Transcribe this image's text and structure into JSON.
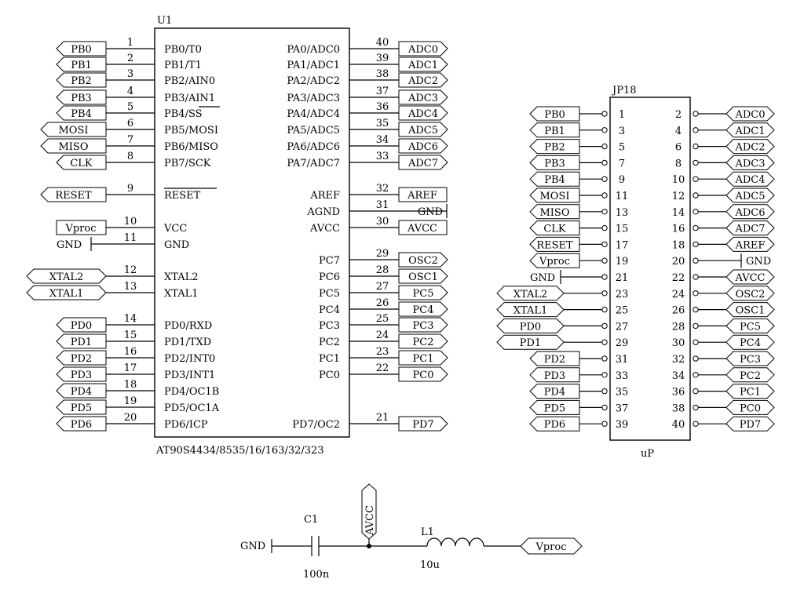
{
  "u1": {
    "ref": "U1",
    "part": "AT90S4434/8535/16/163/32/323",
    "left_pins": [
      {
        "num": "1",
        "name": "PB0/T0",
        "net": "PB0",
        "bar": false
      },
      {
        "num": "2",
        "name": "PB1/T1",
        "net": "PB1",
        "bar": false
      },
      {
        "num": "3",
        "name": "PB2/AIN0",
        "net": "PB2",
        "bar": false
      },
      {
        "num": "4",
        "name": "PB3/AIN1",
        "net": "PB3",
        "bar": false
      },
      {
        "num": "5",
        "name": "PB4/SS",
        "net": "PB4",
        "bar": true
      },
      {
        "num": "6",
        "name": "PB5/MOSI",
        "net": "MOSI",
        "bar": false
      },
      {
        "num": "7",
        "name": "PB6/MISO",
        "net": "MISO",
        "bar": false
      },
      {
        "num": "8",
        "name": "PB7/SCK",
        "net": "CLK",
        "bar": false
      },
      {
        "num": "9",
        "name": "RESET",
        "net": "RESET",
        "bar": true
      },
      {
        "num": "10",
        "name": "VCC",
        "net": "Vproc",
        "bar": false
      },
      {
        "num": "11",
        "name": "GND",
        "net": "GND",
        "bar": false
      },
      {
        "num": "12",
        "name": "XTAL2",
        "net": "XTAL2",
        "bar": false
      },
      {
        "num": "13",
        "name": "XTAL1",
        "net": "XTAL1",
        "bar": false
      },
      {
        "num": "14",
        "name": "PD0/RXD",
        "net": "PD0",
        "bar": false
      },
      {
        "num": "15",
        "name": "PD1/TXD",
        "net": "PD1",
        "bar": false
      },
      {
        "num": "16",
        "name": "PD2/INT0",
        "net": "PD2",
        "bar": false
      },
      {
        "num": "17",
        "name": "PD3/INT1",
        "net": "PD3",
        "bar": false
      },
      {
        "num": "18",
        "name": "PD4/OC1B",
        "net": "PD4",
        "bar": false
      },
      {
        "num": "19",
        "name": "PD5/OC1A",
        "net": "PD5",
        "bar": false
      },
      {
        "num": "20",
        "name": "PD6/ICP",
        "net": "PD6",
        "bar": false
      }
    ],
    "right_pins": [
      {
        "num": "40",
        "name": "PA0/ADC0",
        "net": "ADC0"
      },
      {
        "num": "39",
        "name": "PA1/ADC1",
        "net": "ADC1"
      },
      {
        "num": "38",
        "name": "PA2/ADC2",
        "net": "ADC2"
      },
      {
        "num": "37",
        "name": "PA3/ADC3",
        "net": "ADC3"
      },
      {
        "num": "36",
        "name": "PA4/ADC4",
        "net": "ADC4"
      },
      {
        "num": "35",
        "name": "PA5/ADC5",
        "net": "ADC5"
      },
      {
        "num": "34",
        "name": "PA6/ADC6",
        "net": "ADC6"
      },
      {
        "num": "33",
        "name": "PA7/ADC7",
        "net": "ADC7"
      },
      {
        "num": "32",
        "name": "AREF",
        "net": "AREF"
      },
      {
        "num": "31",
        "name": "AGND",
        "net": "GND"
      },
      {
        "num": "30",
        "name": "AVCC",
        "net": "AVCC"
      },
      {
        "num": "29",
        "name": "PC7",
        "net": "OSC2"
      },
      {
        "num": "28",
        "name": "PC6",
        "net": "OSC1"
      },
      {
        "num": "27",
        "name": "PC5",
        "net": "PC5"
      },
      {
        "num": "26",
        "name": "PC4",
        "net": "PC4"
      },
      {
        "num": "25",
        "name": "PC3",
        "net": "PC3"
      },
      {
        "num": "24",
        "name": "PC2",
        "net": "PC2"
      },
      {
        "num": "23",
        "name": "PC1",
        "net": "PC1"
      },
      {
        "num": "22",
        "name": "PC0",
        "net": "PC0"
      },
      {
        "num": "21",
        "name": "PD7/OC2",
        "net": "PD7"
      }
    ]
  },
  "jp18": {
    "ref": "JP18",
    "value": "uP",
    "rows": [
      {
        "ln": "1",
        "lnet": "PB0",
        "rn": "2",
        "rnet": "ADC0"
      },
      {
        "ln": "3",
        "lnet": "PB1",
        "rn": "4",
        "rnet": "ADC1"
      },
      {
        "ln": "5",
        "lnet": "PB2",
        "rn": "6",
        "rnet": "ADC2"
      },
      {
        "ln": "7",
        "lnet": "PB3",
        "rn": "8",
        "rnet": "ADC3"
      },
      {
        "ln": "9",
        "lnet": "PB4",
        "rn": "10",
        "rnet": "ADC4"
      },
      {
        "ln": "11",
        "lnet": "MOSI",
        "rn": "12",
        "rnet": "ADC5"
      },
      {
        "ln": "13",
        "lnet": "MISO",
        "rn": "14",
        "rnet": "ADC6"
      },
      {
        "ln": "15",
        "lnet": "CLK",
        "rn": "16",
        "rnet": "ADC7"
      },
      {
        "ln": "17",
        "lnet": "RESET",
        "rn": "18",
        "rnet": "AREF"
      },
      {
        "ln": "19",
        "lnet": "Vproc",
        "rn": "20",
        "rnet": "GND"
      },
      {
        "ln": "21",
        "lnet": "GND",
        "rn": "22",
        "rnet": "AVCC"
      },
      {
        "ln": "23",
        "lnet": "XTAL2",
        "rn": "24",
        "rnet": "OSC2"
      },
      {
        "ln": "25",
        "lnet": "XTAL1",
        "rn": "26",
        "rnet": "OSC1"
      },
      {
        "ln": "27",
        "lnet": "PD0",
        "rn": "28",
        "rnet": "PC5"
      },
      {
        "ln": "29",
        "lnet": "PD1",
        "rn": "30",
        "rnet": "PC4"
      },
      {
        "ln": "31",
        "lnet": "PD2",
        "rn": "32",
        "rnet": "PC3"
      },
      {
        "ln": "33",
        "lnet": "PD3",
        "rn": "34",
        "rnet": "PC2"
      },
      {
        "ln": "35",
        "lnet": "PD4",
        "rn": "36",
        "rnet": "PC1"
      },
      {
        "ln": "37",
        "lnet": "PD5",
        "rn": "38",
        "rnet": "PC0"
      },
      {
        "ln": "39",
        "lnet": "PD6",
        "rn": "40",
        "rnet": "PD7"
      }
    ]
  },
  "filter": {
    "gnd": "GND",
    "c_ref": "C1",
    "c_value": "100n",
    "avcc": "AVCC",
    "l_ref": "L1",
    "l_value": "10u",
    "vproc": "Vproc"
  }
}
